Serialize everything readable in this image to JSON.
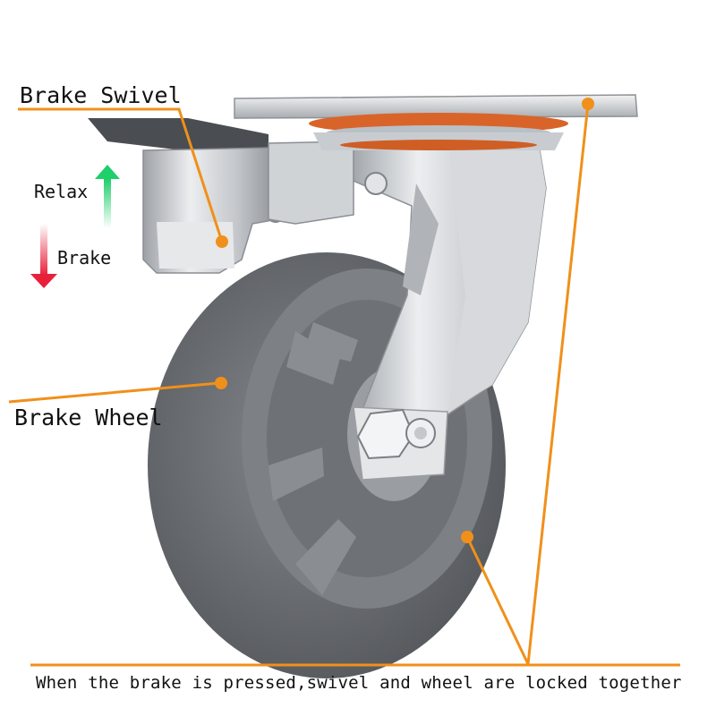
{
  "labels": {
    "brake_swivel": "Brake Swivel",
    "relax": "Relax",
    "brake": "Brake",
    "brake_wheel": "Brake Wheel",
    "caption": "When the brake is pressed,swivel and wheel are locked together"
  },
  "colors": {
    "callout": "#f0901a",
    "relax_arrow": "#1fcf6a",
    "brake_arrow": "#e8203a",
    "tire": "#6f7276",
    "hub": "#7d8084",
    "metal": "#c9ccd0",
    "bearing": "#d9642a"
  },
  "icons": {
    "relax_arrow": "arrow-up-icon",
    "brake_arrow": "arrow-down-icon"
  }
}
